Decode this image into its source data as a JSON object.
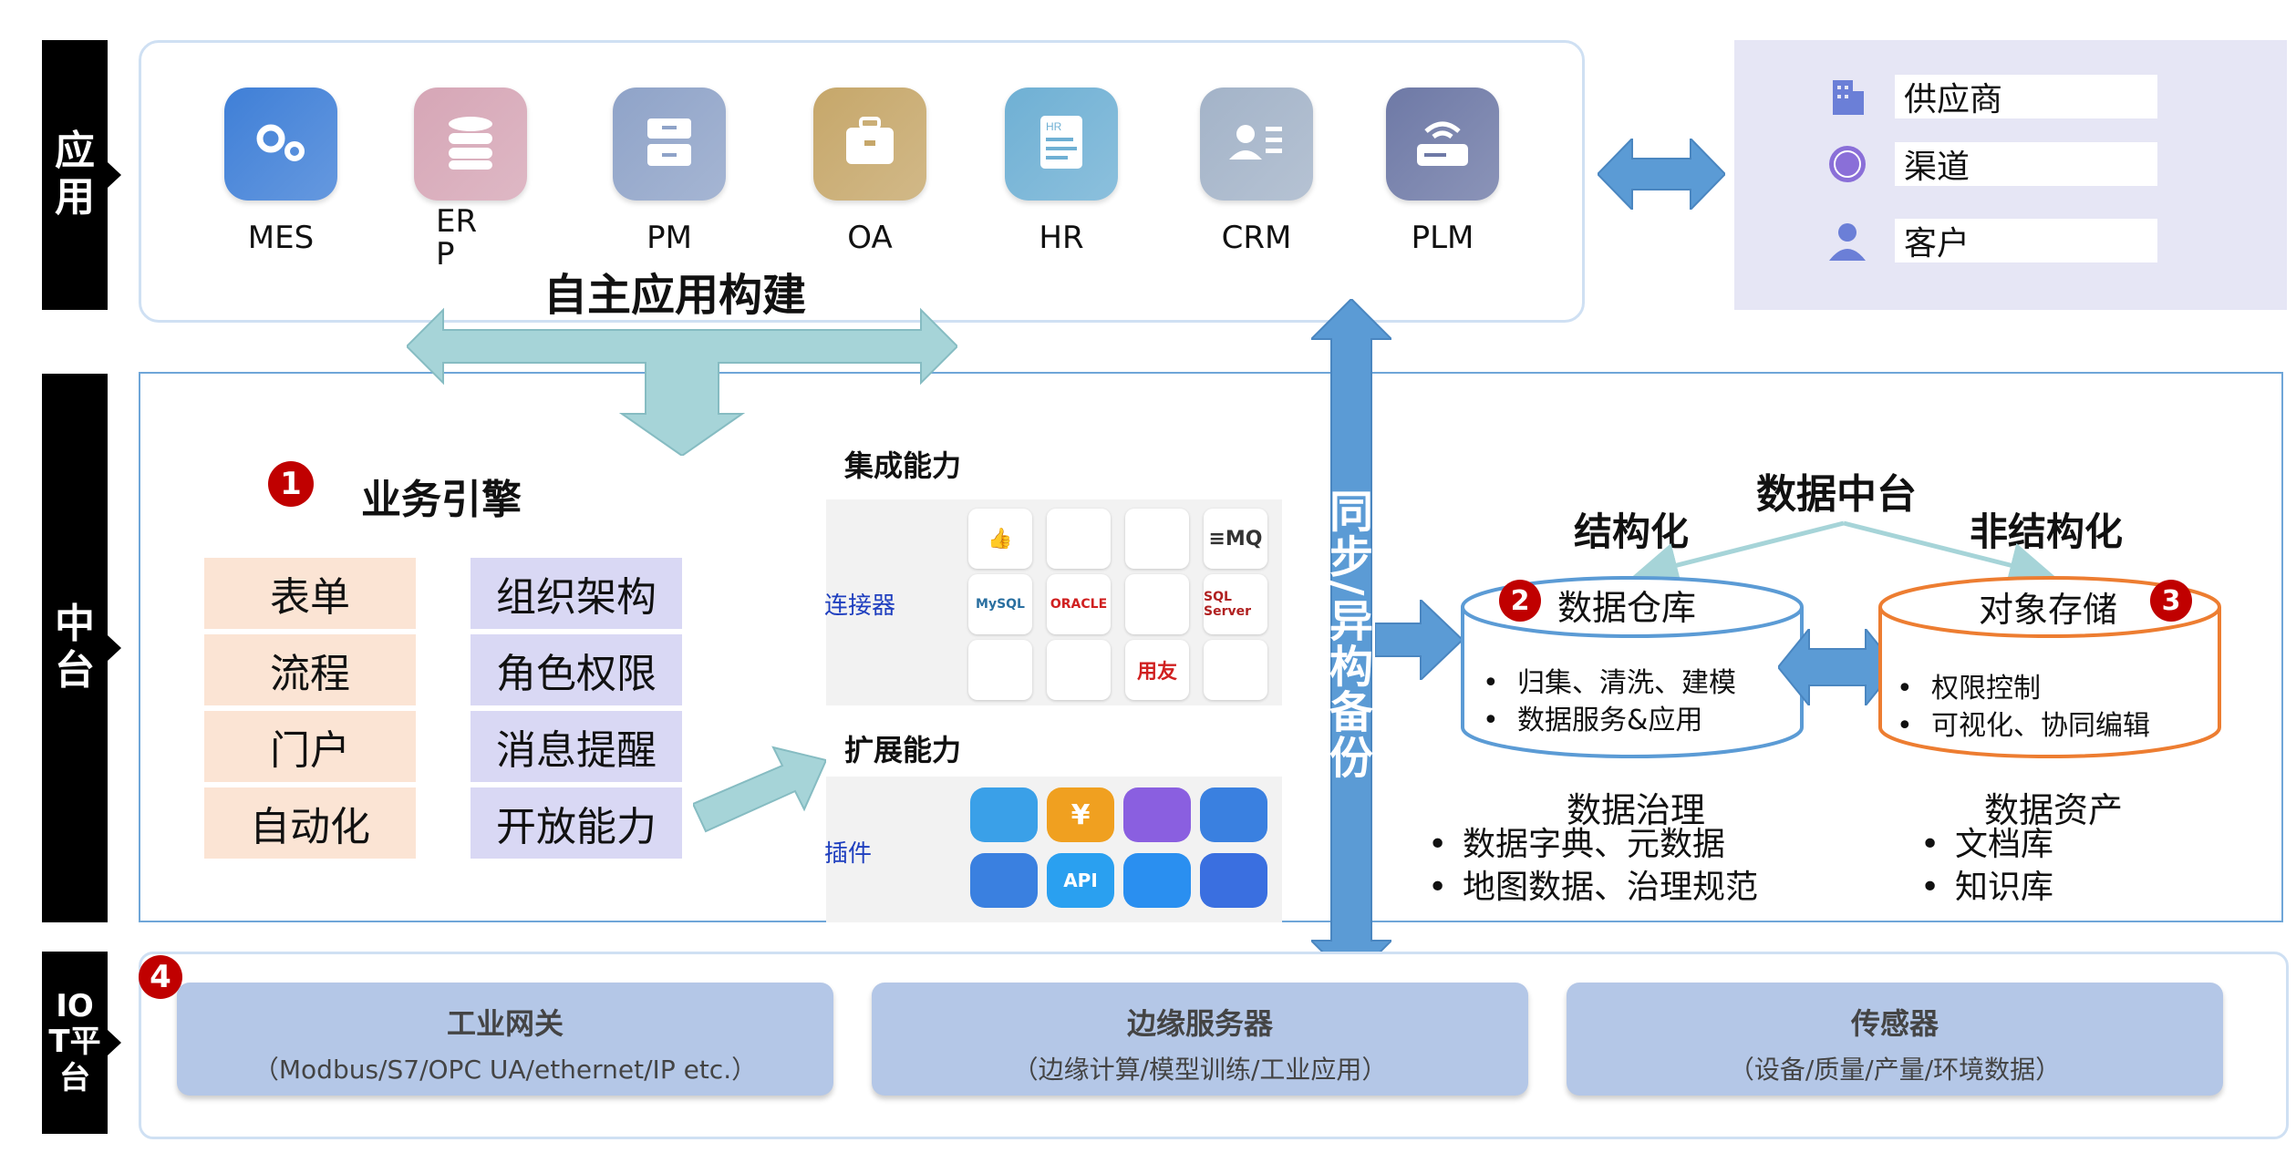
{
  "layers": {
    "app": "应用",
    "middle": "中台",
    "iot": "IOT平台"
  },
  "apps": [
    {
      "label": "MES",
      "icon": "gear-icon",
      "color": "#3f7fd7"
    },
    {
      "label": "ER\nP",
      "icon": "database-icon",
      "color": "#d6a6b6"
    },
    {
      "label": "PM",
      "icon": "cabinet-icon",
      "color": "#8fa3c8"
    },
    {
      "label": "OA",
      "icon": "briefcase-icon",
      "color": "#c6a76a"
    },
    {
      "label": "HR",
      "icon": "document-icon",
      "color": "#6fb0d4"
    },
    {
      "label": "CRM",
      "icon": "contact-card-icon",
      "color": "#a3b3c8"
    },
    {
      "label": "PLM",
      "icon": "router-icon",
      "color": "#6e79a6"
    }
  ],
  "external": [
    {
      "label": "供应商",
      "icon": "building-icon"
    },
    {
      "label": "渠道",
      "icon": "seal-icon"
    },
    {
      "label": "客户",
      "icon": "person-icon"
    }
  ],
  "self_build": "自主应用构建",
  "sync_backup": "同步/异构备份",
  "engine": {
    "number": "1",
    "title": "业务引擎",
    "left": [
      "表单",
      "流程",
      "门户",
      "自动化"
    ],
    "right": [
      "组织架构",
      "角色权限",
      "消息提醒",
      "开放能力"
    ]
  },
  "integration": {
    "title": "集成能力",
    "connector_label": "连接器",
    "connectors": [
      "👍",
      "",
      "",
      "≡MQ",
      "MySQL",
      "ORACLE",
      "",
      "SQL Server",
      "",
      "",
      "用友",
      ""
    ]
  },
  "extension": {
    "title": "扩展能力",
    "plugin_label": "插件",
    "plugins": [
      "",
      "¥",
      "",
      "",
      "",
      "API",
      "",
      ""
    ]
  },
  "data_platform": {
    "title": "数据中台",
    "structured": "结构化",
    "unstructured": "非结构化",
    "warehouse": {
      "number": "2",
      "title": "数据仓库",
      "items": [
        "归集、清洗、建模",
        "数据服务&应用"
      ]
    },
    "object_storage": {
      "number": "3",
      "title": "对象存储",
      "items": [
        "权限控制",
        "可视化、协同编辑"
      ]
    },
    "governance": {
      "title": "数据治理",
      "items": [
        "数据字典、元数据",
        "地图数据、治理规范"
      ]
    },
    "assets": {
      "title": "数据资产",
      "items": [
        "文档库",
        "知识库"
      ]
    }
  },
  "iot": {
    "number": "4",
    "boxes": [
      {
        "title": "工业网关",
        "sub": "（Modbus/S7/OPC UA/ethernet/IP etc.）"
      },
      {
        "title": "边缘服务器",
        "sub": "（边缘计算/模型训练/工业应用）"
      },
      {
        "title": "传感器",
        "sub": "（设备/质量/产量/环境数据）"
      }
    ]
  }
}
